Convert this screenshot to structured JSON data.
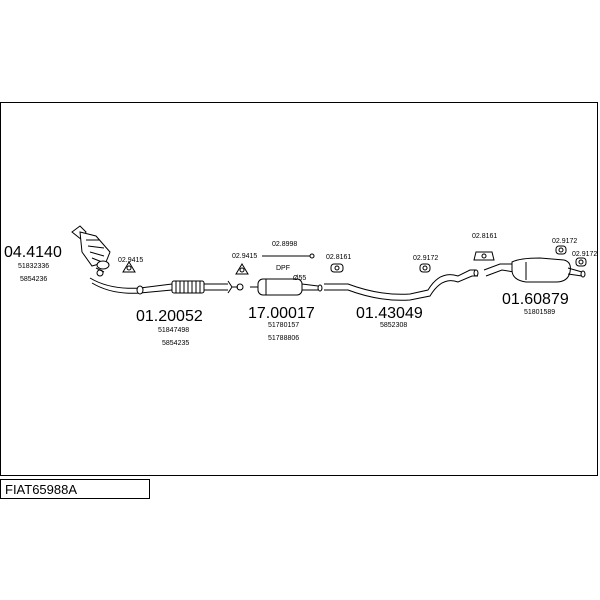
{
  "diagram_code": "FIAT65988A",
  "parts": {
    "catalyst": {
      "number": "04.4140",
      "refs": [
        "51832336",
        "5854236"
      ]
    },
    "front_pipe": {
      "number": "01.20052",
      "refs": [
        "51847498",
        "5854235"
      ]
    },
    "dpf": {
      "number": "17.00017",
      "refs": [
        "51780157",
        "51788806"
      ],
      "label": "DPF"
    },
    "middle_pipe": {
      "number": "01.43049",
      "refs": [
        "5852308"
      ]
    },
    "rear_silencer": {
      "number": "01.60879",
      "refs": [
        "51801589"
      ]
    }
  },
  "fittings": {
    "gasket_1": "02.9415",
    "gasket_2": "02.9415",
    "clamp_kit": "02.8998",
    "hanger_1": "02.8161",
    "hanger_2": "02.9172",
    "hanger_3": "02.8161",
    "hanger_4": "02.9172",
    "hanger_5": "02.9172",
    "diameter_note": "Ø55"
  }
}
